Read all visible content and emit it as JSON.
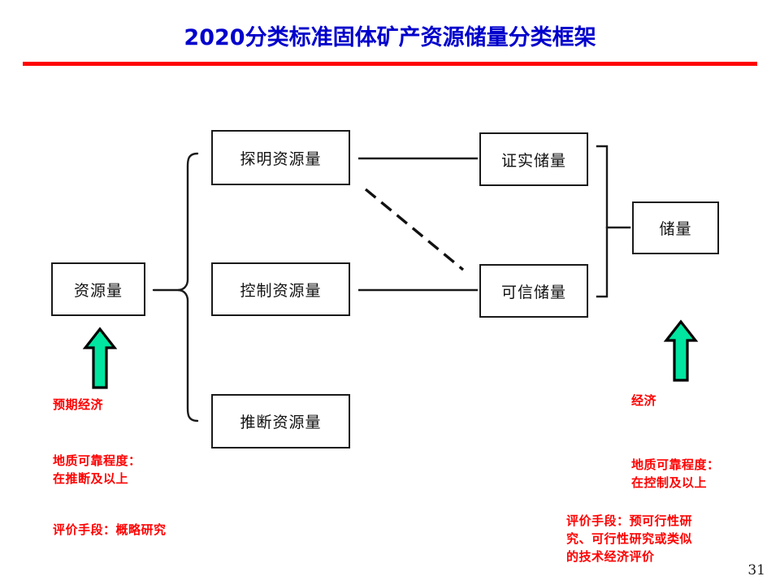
{
  "slide": {
    "title": "2020分类标准固体矿产资源储量分类框架",
    "page_number": "31",
    "accent_colors": {
      "title_blue": "#0000CC",
      "rule_red": "#FF0000",
      "annotation_red": "#FF0000",
      "arrow_fill_green": "#00E5A0",
      "arrow_outline": "#000000",
      "box_border": "#1a1a1a",
      "background": "#FFFFFF"
    }
  },
  "diagram": {
    "nodes": {
      "resources": "资源量",
      "measured": "探明资源量",
      "indicated": "控制资源量",
      "inferred": "推断资源量",
      "proved": "证实储量",
      "probable": "可信储量",
      "reserves": "储量"
    },
    "connectors": {
      "left_brace_label": "curly-brace-left",
      "right_bracket_label": "square-bracket-right",
      "solid_line_1": "探明资源量 — 证实储量",
      "solid_line_2": "控制资源量 — 可信储量",
      "dashed_line": "探明资源量 --- 可信储量"
    }
  },
  "annotations": {
    "left": {
      "economy": "预期经济",
      "geology": "地质可靠程度：\n在推断及以上",
      "method": "评价手段：概略研究"
    },
    "right": {
      "economy": "经济",
      "geology": "地质可靠程度：\n在控制及以上",
      "method": "评价手段：预可行性研\n究、可行性研究或类似\n的技术经济评价"
    }
  },
  "arrows": {
    "left_arrow_name": "up-arrow-icon",
    "right_arrow_name": "up-arrow-icon"
  }
}
